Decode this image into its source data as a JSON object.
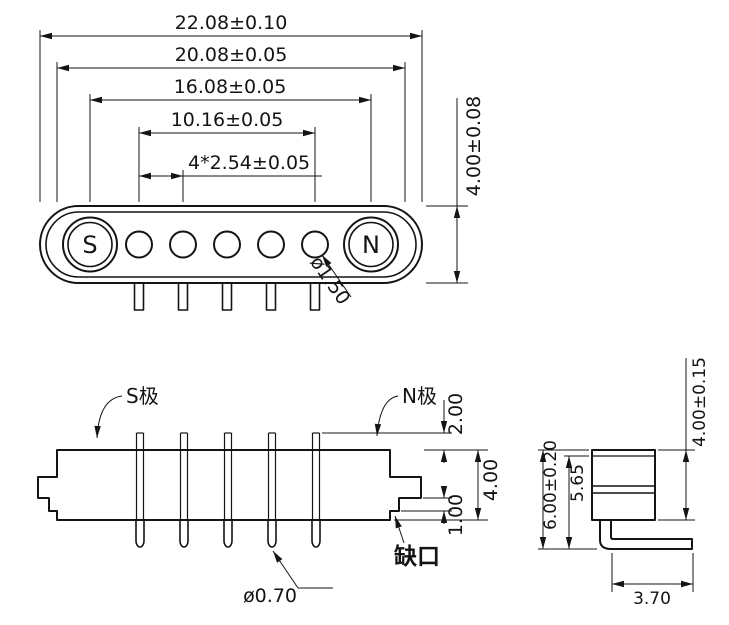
{
  "top_view": {
    "pole_s": "S",
    "pole_n": "N",
    "dim_overall": "22.08±0.10",
    "dim_outer": "20.08±0.05",
    "dim_sn_span": "16.08±0.05",
    "dim_pin_span": "10.16±0.05",
    "dim_pitch": "4*2.54±0.05",
    "dim_height": "4.00±0.08",
    "dim_contact_dia": "ø1.50"
  },
  "front_view": {
    "label_s_pole": "S极",
    "label_n_pole": "N极",
    "label_notch": "缺口",
    "dim_plunger": "2.00",
    "dim_body_height": "4.00",
    "dim_notch_height": "1.00",
    "dim_pin_dia": "ø0.70"
  },
  "side_view": {
    "dim_overall_height": "6.00±0.20",
    "dim_inner_height": "5.65",
    "dim_body_height": "4.00±0.15",
    "dim_leg_length": "3.70"
  }
}
